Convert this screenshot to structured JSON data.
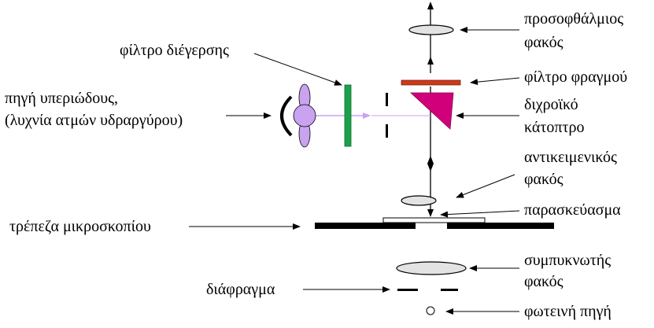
{
  "labels": {
    "eyepiece_line1": "προσοφθάλμιος",
    "eyepiece_line2": "φακός",
    "excitation_filter": "φίλτρο διέγερσης",
    "barrier_filter": "φίλτρο φραγμού",
    "uv_source_line1": "πηγή υπεριώδους,",
    "uv_source_line2": "(λυχνία ατμών υδραργύρου)",
    "dichroic_line1": "διχροϊκό",
    "dichroic_line2": "κάτοπτρο",
    "objective_line1": "αντικειμενικός",
    "objective_line2": "φακός",
    "specimen": "παρασκεύασμα",
    "stage": "τρέπεζα μικροσκοπίου",
    "condenser_line1": "συμπυκνωτής",
    "condenser_line2": "φακός",
    "diaphragm": "διάφραγμα",
    "light_source": "φωτεινή πηγή"
  },
  "colors": {
    "lamp": "#c9a2f0",
    "beam": "#c9a2f0",
    "excitation_filter": "#1aa24b",
    "barrier_filter": "#cc3a1a",
    "dichroic_mirror": "#d1007a",
    "lens_fill": "#e3e3e3",
    "stage": "#000000",
    "text": "#000000"
  }
}
